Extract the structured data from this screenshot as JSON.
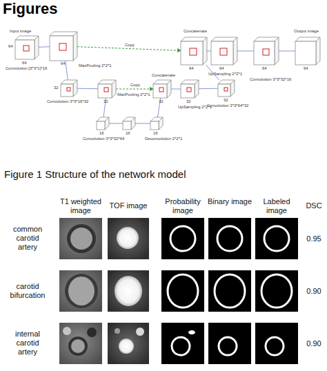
{
  "diagram": {
    "title": "Figures",
    "caption": "Figure 1 Structure of the network model",
    "nodes": [
      {
        "text": [
          "Input image",
          "64",
          "64",
          "Convolution [3*3*1]*16"
        ]
      },
      {
        "text": [
          "64",
          "MaxPooling 2*2*1"
        ]
      },
      {
        "text": [
          "32",
          "Convolution 3*3*16*32"
        ]
      },
      {
        "text": [
          "32",
          "MaxPooling 2*2*1"
        ]
      },
      {
        "text": [
          "16",
          "Convolution 3*3*32*64"
        ]
      },
      {
        "text": [
          "16"
        ]
      },
      {
        "text": [
          "16",
          "Deconvolution 2*2*1"
        ]
      },
      {
        "text": [
          "32",
          "Concatenate"
        ]
      },
      {
        "text": [
          "32",
          "UpSampling 2*2*1"
        ]
      },
      {
        "text": [
          "32",
          "Convolution 3*3*64*32"
        ]
      },
      {
        "text": [
          "64",
          "Concatenate"
        ]
      },
      {
        "text": [
          "64",
          "UpSampling 2*2*1"
        ]
      },
      {
        "text": [
          "64",
          "Convolution 3*3*32*16"
        ]
      },
      {
        "text": [
          "Output image",
          "64"
        ]
      }
    ],
    "edges": [
      {
        "from": 0,
        "to": 1,
        "arrow": "none"
      },
      {
        "from": 1,
        "to": 2,
        "arrow": "none"
      },
      {
        "from": 2,
        "to": 3,
        "arrow": "none"
      },
      {
        "from": 3,
        "to": 4,
        "arrow": "none"
      },
      {
        "from": 4,
        "to": 5,
        "arrow": "none"
      },
      {
        "from": 5,
        "to": 6,
        "arrow": "none"
      },
      {
        "from": 6,
        "to": 7,
        "arrow": "none"
      },
      {
        "from": 7,
        "to": 8,
        "arrow": "none"
      },
      {
        "from": 8,
        "to": 9,
        "arrow": "none"
      },
      {
        "from": 9,
        "to": 10,
        "arrow": "none"
      },
      {
        "from": 10,
        "to": 11,
        "arrow": "none"
      },
      {
        "from": 11,
        "to": 12,
        "arrow": "none"
      },
      {
        "from": 12,
        "to": 13,
        "arrow": "none"
      },
      {
        "from": 1,
        "to": 10,
        "label": "Copy",
        "arrow": "to"
      },
      {
        "from": 3,
        "to": 7,
        "label": "Copy",
        "arrow": "to"
      }
    ],
    "labels": [
      "T1 weighted image",
      "TOF image",
      "Probability image",
      "Binary image",
      "Labeled image",
      "DSC",
      "common carotid artery",
      "0.95",
      "carotid bifurcation",
      "0.90",
      "internal carotid artery",
      "0.90"
    ]
  }
}
